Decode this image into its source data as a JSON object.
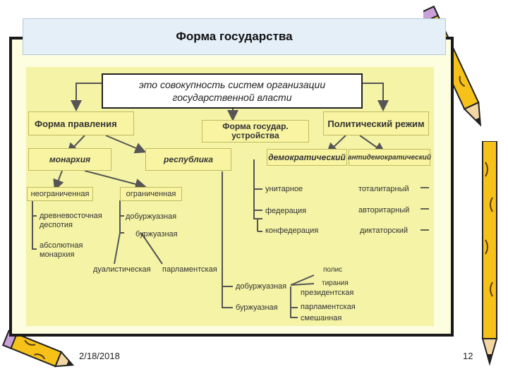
{
  "slide": {
    "title": "Форма государства",
    "date": "2/18/2018",
    "page_number": "12"
  },
  "diagram": {
    "definition": "это совокупность систем организации государственной власти",
    "branches": {
      "government_form": "Форма правления",
      "state_structure": "Форма государ. устройства",
      "political_regime": "Политический режим"
    },
    "government": {
      "monarchy": "монархия",
      "republic": "республика",
      "unlimited": "неограниченная",
      "limited": "ограниченная",
      "ancient_eastern": "древневосточная деспотия",
      "absolute": "абсолютная монархия",
      "pre_bourgeois_limited": "добуржуазная",
      "bourgeois_limited": "буржуазная",
      "dualistic": "дуалистическая",
      "parliamentary": "парламентская",
      "pre_bourgeois_republic": "добуржуазная",
      "bourgeois_republic": "буржуазная",
      "polis": "полис",
      "tyranny": "тирания",
      "presidential": "президентская",
      "parliamentary_rep": "парламентская",
      "mixed": "смешанная"
    },
    "structure": {
      "unitary": "унитарное",
      "federation": "федерация",
      "confederation": "конфедерация"
    },
    "regime": {
      "democratic": "демократический",
      "antidemocratic": "антидемократический",
      "totalitarian": "тоталитарный",
      "authoritarian": "авторитарный",
      "dictatorial": "диктаторский"
    }
  }
}
